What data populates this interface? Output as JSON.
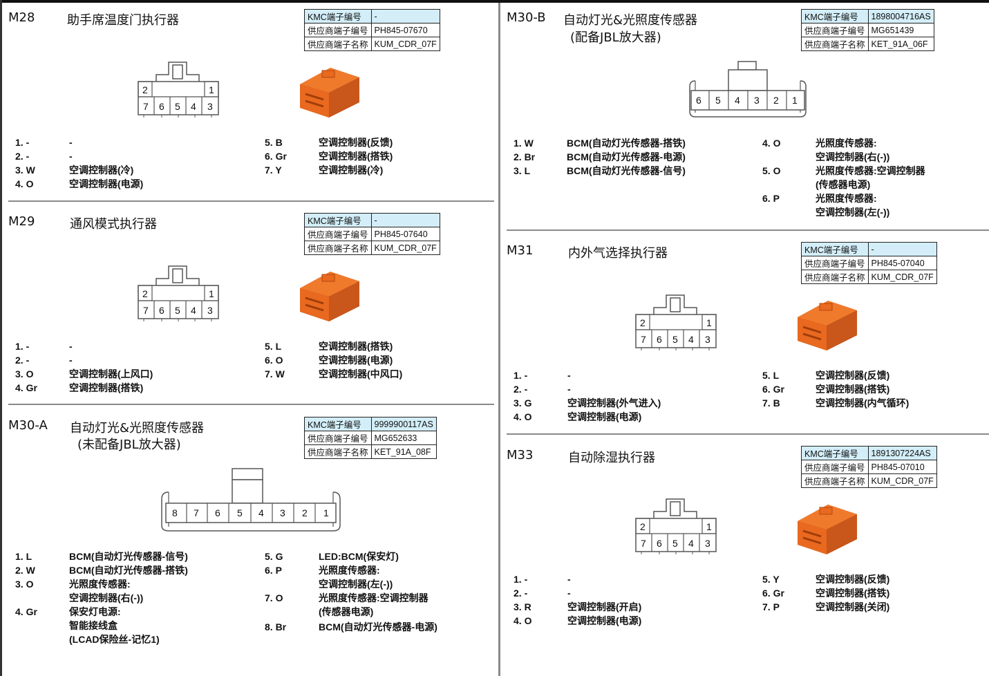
{
  "table_keys": {
    "k1": "KMC端子编号",
    "k2": "供应商端子编号",
    "k3": "供应商端子名称"
  },
  "m28": {
    "id": "M28",
    "title": "助手席温度门执行器",
    "kmc": "-",
    "supplier_no": "PH845-07670",
    "supplier_name": "KUM_CDR_07F",
    "connector_top": [
      "2",
      "1"
    ],
    "connector_bottom": [
      "7",
      "6",
      "5",
      "4",
      "3"
    ],
    "pins": [
      {
        "num": "1. -",
        "desc": "-"
      },
      {
        "num": "2. -",
        "desc": "-"
      },
      {
        "num": "3. W",
        "desc": "空调控制器(冷)"
      },
      {
        "num": "4. O",
        "desc": "空调控制器(电源)"
      },
      {
        "num": "5. B",
        "desc": "空调控制器(反馈)"
      },
      {
        "num": "6. Gr",
        "desc": "空调控制器(搭铁)"
      },
      {
        "num": "7. Y",
        "desc": "空调控制器(冷)"
      }
    ]
  },
  "m29": {
    "id": "M29",
    "title": "通风模式执行器",
    "kmc": "-",
    "supplier_no": "PH845-07640",
    "supplier_name": "KUM_CDR_07F",
    "connector_top": [
      "2",
      "1"
    ],
    "connector_bottom": [
      "7",
      "6",
      "5",
      "4",
      "3"
    ],
    "pins": [
      {
        "num": "1. -",
        "desc": "-"
      },
      {
        "num": "2. -",
        "desc": "-"
      },
      {
        "num": "3. O",
        "desc": "空调控制器(上风口)"
      },
      {
        "num": "4. Gr",
        "desc": "空调控制器(搭铁)"
      },
      {
        "num": "5. L",
        "desc": "空调控制器(搭铁)"
      },
      {
        "num": "6. O",
        "desc": "空调控制器(电源)"
      },
      {
        "num": "7. W",
        "desc": "空调控制器(中风口)"
      }
    ]
  },
  "m30a": {
    "id": "M30-A",
    "title": "自动灯光&光照度传感器",
    "subtitle": "(未配备JBL放大器)",
    "kmc": "9999900117AS",
    "supplier_no": "MG652633",
    "supplier_name": "KET_91A_08F",
    "connector_row": [
      "8",
      "7",
      "6",
      "5",
      "4",
      "3",
      "2",
      "1"
    ],
    "pins": [
      {
        "num": "1. L",
        "desc": "BCM(自动灯光传感器-信号)"
      },
      {
        "num": "2. W",
        "desc": "BCM(自动灯光传感器-搭铁)"
      },
      {
        "num": "3. O",
        "desc": "光照度传感器:"
      },
      {
        "num": "",
        "desc": "空调控制器(右(-))"
      },
      {
        "num": "4. Gr",
        "desc": "保安灯电源:"
      },
      {
        "num": "",
        "desc": "智能接线盒"
      },
      {
        "num": "",
        "desc": "(LCAD保险丝-记忆1)"
      },
      {
        "num": "5. G",
        "desc": "LED:BCM(保安灯)"
      },
      {
        "num": "6. P",
        "desc": "光照度传感器:"
      },
      {
        "num": "",
        "desc": "空调控制器(左(-))"
      },
      {
        "num": "7. O",
        "desc": "光照度传感器:空调控制器"
      },
      {
        "num": "",
        "desc": "(传感器电源)"
      },
      {
        "num": "8. Br",
        "desc": "BCM(自动灯光传感器-电源)"
      }
    ]
  },
  "m30b": {
    "id": "M30-B",
    "title": "自动灯光&光照度传感器",
    "subtitle": "(配备JBL放大器)",
    "kmc": "1898004716AS",
    "supplier_no": "MG651439",
    "supplier_name": "KET_91A_06F",
    "connector_row": [
      "6",
      "5",
      "4",
      "3",
      "2",
      "1"
    ],
    "pins": [
      {
        "num": "1. W",
        "desc": "BCM(自动灯光传感器-搭铁)"
      },
      {
        "num": "2. Br",
        "desc": "BCM(自动灯光传感器-电源)"
      },
      {
        "num": "3. L",
        "desc": "BCM(自动灯光传感器-信号)"
      },
      {
        "num": "4. O",
        "desc": "光照度传感器:"
      },
      {
        "num": "",
        "desc": "空调控制器(右(-))"
      },
      {
        "num": "5. O",
        "desc": "光照度传感器:空调控制器"
      },
      {
        "num": "",
        "desc": "(传感器电源)"
      },
      {
        "num": "6. P",
        "desc": "光照度传感器:"
      },
      {
        "num": "",
        "desc": "空调控制器(左(-))"
      }
    ]
  },
  "m31": {
    "id": "M31",
    "title": "内外气选择执行器",
    "kmc": "-",
    "supplier_no": "PH845-07040",
    "supplier_name": "KUM_CDR_07F",
    "connector_top": [
      "2",
      "1"
    ],
    "connector_bottom": [
      "7",
      "6",
      "5",
      "4",
      "3"
    ],
    "pins": [
      {
        "num": "1. -",
        "desc": "-"
      },
      {
        "num": "2. -",
        "desc": "-"
      },
      {
        "num": "3. G",
        "desc": "空调控制器(外气进入)"
      },
      {
        "num": "4. O",
        "desc": "空调控制器(电源)"
      },
      {
        "num": "5. L",
        "desc": "空调控制器(反馈)"
      },
      {
        "num": "6. Gr",
        "desc": "空调控制器(搭铁)"
      },
      {
        "num": "7. B",
        "desc": "空调控制器(内气循环)"
      }
    ]
  },
  "m33": {
    "id": "M33",
    "title": "自动除湿执行器",
    "kmc": "1891307224AS",
    "supplier_no": "PH845-07010",
    "supplier_name": "KUM_CDR_07F",
    "connector_top": [
      "2",
      "1"
    ],
    "connector_bottom": [
      "7",
      "6",
      "5",
      "4",
      "3"
    ],
    "pins": [
      {
        "num": "1. -",
        "desc": "-"
      },
      {
        "num": "2. -",
        "desc": "-"
      },
      {
        "num": "3. R",
        "desc": "空调控制器(开启)"
      },
      {
        "num": "4. O",
        "desc": "空调控制器(电源)"
      },
      {
        "num": "5. Y",
        "desc": "空调控制器(反馈)"
      },
      {
        "num": "6. Gr",
        "desc": "空调控制器(搭铁)"
      },
      {
        "num": "7. P",
        "desc": "空调控制器(关闭)"
      }
    ]
  },
  "colors": {
    "table_header": "#d3eef8",
    "connector_body": "#e8691f",
    "connector_dark": "#b4460c",
    "separator": "#8a8a8a"
  }
}
